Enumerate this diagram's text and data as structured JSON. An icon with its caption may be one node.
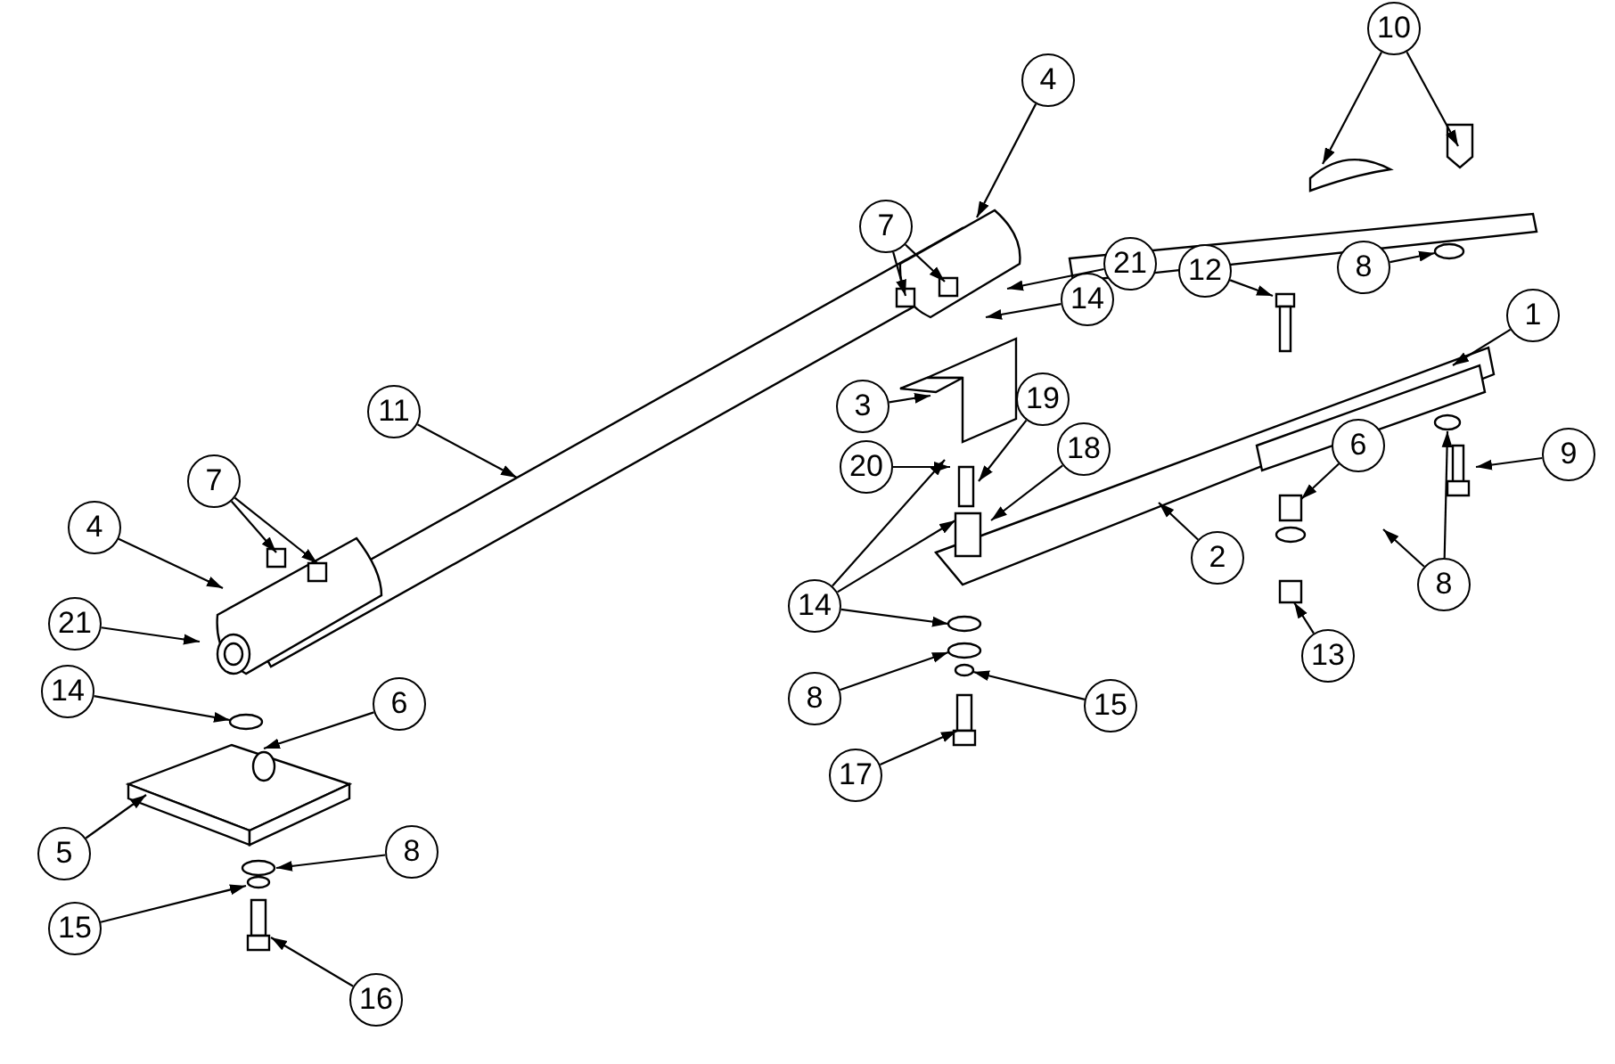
{
  "diagram": {
    "nodes": [
      {
        "text": [
          "10"
        ]
      },
      {
        "text": [
          "4"
        ]
      },
      {
        "text": [
          "7"
        ]
      },
      {
        "text": [
          "8"
        ]
      },
      {
        "text": [
          "21"
        ]
      },
      {
        "text": [
          "14"
        ]
      },
      {
        "text": [
          "12"
        ]
      },
      {
        "text": [
          "1"
        ]
      },
      {
        "text": [
          "3"
        ]
      },
      {
        "text": [
          "11"
        ]
      },
      {
        "text": [
          "19"
        ]
      },
      {
        "text": [
          "18"
        ]
      },
      {
        "text": [
          "9"
        ]
      },
      {
        "text": [
          "20"
        ]
      },
      {
        "text": [
          "7"
        ]
      },
      {
        "text": [
          "6"
        ]
      },
      {
        "text": [
          "4"
        ]
      },
      {
        "text": [
          "8"
        ]
      },
      {
        "text": [
          "2"
        ]
      },
      {
        "text": [
          "14"
        ]
      },
      {
        "text": [
          "21"
        ]
      },
      {
        "text": [
          "13"
        ]
      },
      {
        "text": [
          "14"
        ]
      },
      {
        "text": [
          "8"
        ]
      },
      {
        "text": [
          "6"
        ]
      },
      {
        "text": [
          "15"
        ]
      },
      {
        "text": [
          "17"
        ]
      },
      {
        "text": [
          "5"
        ]
      },
      {
        "text": [
          "8"
        ]
      },
      {
        "text": [
          "15"
        ]
      },
      {
        "text": [
          "16"
        ]
      }
    ],
    "edges": [
      {
        "from": 0,
        "to": null,
        "arrow": "to"
      },
      {
        "from": 0,
        "to": null,
        "arrow": "to"
      },
      {
        "from": 1,
        "to": null,
        "arrow": "to"
      },
      {
        "from": 2,
        "to": null,
        "arrow": "to"
      },
      {
        "from": 2,
        "to": null,
        "arrow": "to"
      },
      {
        "from": 3,
        "to": null,
        "arrow": "to"
      },
      {
        "from": 4,
        "to": null,
        "arrow": "to"
      },
      {
        "from": 5,
        "to": null,
        "arrow": "to"
      },
      {
        "from": 6,
        "to": null,
        "arrow": "to"
      },
      {
        "from": 7,
        "to": null,
        "arrow": "to"
      },
      {
        "from": 8,
        "to": null,
        "arrow": "to"
      },
      {
        "from": 9,
        "to": null,
        "arrow": "to"
      },
      {
        "from": 10,
        "to": null,
        "arrow": "to"
      },
      {
        "from": 11,
        "to": null,
        "arrow": "to"
      },
      {
        "from": 12,
        "to": null,
        "arrow": "to"
      },
      {
        "from": 13,
        "to": null,
        "arrow": "to"
      },
      {
        "from": 14,
        "to": null,
        "arrow": "to"
      },
      {
        "from": 14,
        "to": null,
        "arrow": "to"
      },
      {
        "from": 15,
        "to": null,
        "arrow": "to"
      },
      {
        "from": 16,
        "to": null,
        "arrow": "to"
      },
      {
        "from": 17,
        "to": null,
        "arrow": "to"
      },
      {
        "from": 17,
        "to": null,
        "arrow": "to"
      },
      {
        "from": 18,
        "to": null,
        "arrow": "to"
      },
      {
        "from": 19,
        "to": null,
        "arrow": "to"
      },
      {
        "from": 19,
        "to": null,
        "arrow": "to"
      },
      {
        "from": 19,
        "to": null,
        "arrow": "to"
      },
      {
        "from": 20,
        "to": null,
        "arrow": "to"
      },
      {
        "from": 21,
        "to": null,
        "arrow": "to"
      },
      {
        "from": 22,
        "to": null,
        "arrow": "to"
      },
      {
        "from": 23,
        "to": null,
        "arrow": "to"
      },
      {
        "from": 24,
        "to": null,
        "arrow": "to"
      },
      {
        "from": 25,
        "to": null,
        "arrow": "to"
      },
      {
        "from": 26,
        "to": null,
        "arrow": "to"
      },
      {
        "from": 27,
        "to": null,
        "arrow": "to"
      },
      {
        "from": 28,
        "to": null,
        "arrow": "to"
      },
      {
        "from": 29,
        "to": null,
        "arrow": "to"
      },
      {
        "from": 30,
        "to": null,
        "arrow": "to"
      }
    ]
  }
}
